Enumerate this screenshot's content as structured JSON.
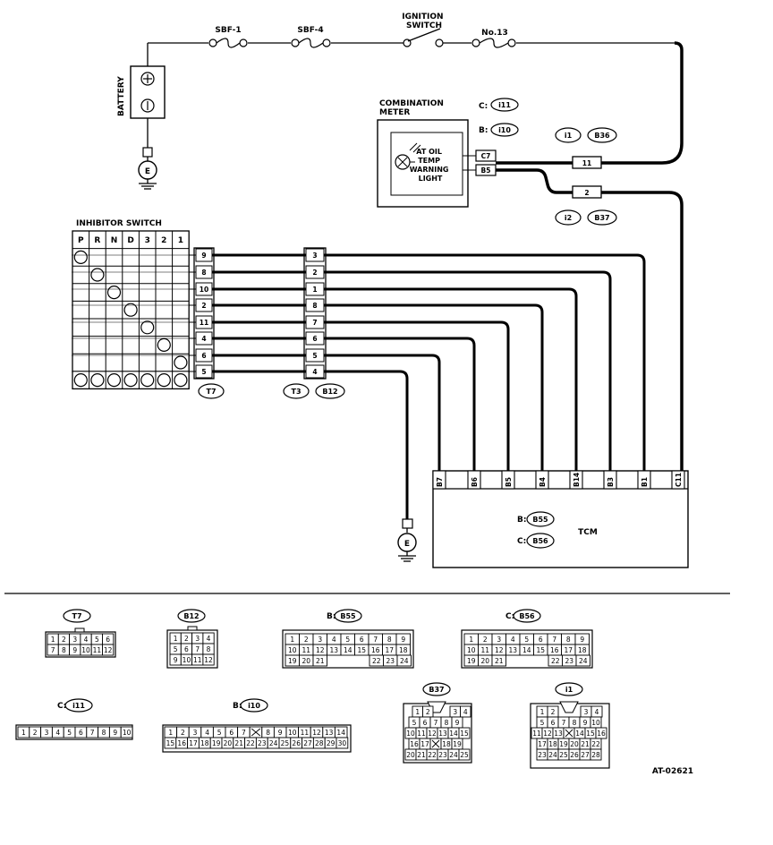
{
  "fuses": {
    "sbf1": "SBF-1",
    "sbf4": "SBF-4",
    "no13": "No.13"
  },
  "ignition_switch": "IGNITION\nSWITCH",
  "battery": "BATTERY",
  "ground": "E",
  "combination_meter": {
    "title": "COMBINATION\nMETER",
    "warning_light": "AT OIL\nTEMP\nWARNING\nLIGHT",
    "c_label": "C:",
    "c_conn": "i11",
    "b_label": "B:",
    "b_conn": "i10",
    "pin_c7": "C7",
    "pin_b5": "B5"
  },
  "joint_i1": {
    "conn": "i1",
    "ref": "B36",
    "pin": "11"
  },
  "joint_i2": {
    "conn": "i2",
    "ref": "B37",
    "pin": "2"
  },
  "inhibitor_switch": {
    "title": "INHIBITOR SWITCH",
    "positions": [
      "P",
      "R",
      "N",
      "D",
      "3",
      "2",
      "1"
    ],
    "t7_pins": [
      "9",
      "8",
      "10",
      "2",
      "11",
      "4",
      "6",
      "5"
    ],
    "conn": "T7"
  },
  "relay_connector": {
    "pins": [
      "3",
      "2",
      "1",
      "8",
      "7",
      "6",
      "5",
      "4"
    ],
    "conn_a": "T3",
    "conn_b": "B12"
  },
  "tcm": {
    "title": "TCM",
    "pins": [
      "B7",
      "B6",
      "B5",
      "B4",
      "B14",
      "B3",
      "B1",
      "C11"
    ],
    "b_label": "B:",
    "b_conn": "B55",
    "c_label": "C:",
    "c_conn": "B56"
  },
  "connector_views": {
    "t7": {
      "name": "T7",
      "rows": [
        [
          "1",
          "2",
          "3",
          "4",
          "5",
          "6"
        ],
        [
          "7",
          "8",
          "9",
          "10",
          "11",
          "12"
        ]
      ]
    },
    "b12": {
      "name": "B12",
      "rows": [
        [
          "1",
          "2",
          "3",
          "4"
        ],
        [
          "5",
          "6",
          "7",
          "8"
        ],
        [
          "9",
          "10",
          "11",
          "12"
        ]
      ]
    },
    "b55": {
      "prefix": "B:",
      "name": "B55",
      "rows": [
        [
          "1",
          "2",
          "3",
          "4",
          "5",
          "6",
          "7",
          "8",
          "9"
        ],
        [
          "10",
          "11",
          "12",
          "13",
          "14",
          "15",
          "16",
          "17",
          "18"
        ],
        [
          "19",
          "20",
          "21",
          "22",
          "23",
          "24"
        ]
      ]
    },
    "b56": {
      "prefix": "C:",
      "name": "B56",
      "rows": [
        [
          "1",
          "2",
          "3",
          "4",
          "5",
          "6",
          "7",
          "8",
          "9"
        ],
        [
          "10",
          "11",
          "12",
          "13",
          "14",
          "15",
          "16",
          "17",
          "18"
        ],
        [
          "19",
          "20",
          "21",
          "22",
          "23",
          "24"
        ]
      ]
    },
    "i11": {
      "prefix": "C:",
      "name": "i11",
      "rows": [
        [
          "1",
          "2",
          "3",
          "4",
          "5",
          "6",
          "7",
          "8",
          "9",
          "10"
        ]
      ]
    },
    "i10": {
      "prefix": "B:",
      "name": "i10",
      "rows": [
        [
          "1",
          "2",
          "3",
          "4",
          "5",
          "6",
          "7",
          "",
          "8",
          "9",
          "10",
          "11",
          "12",
          "13",
          "14"
        ],
        [
          "15",
          "16",
          "17",
          "18",
          "19",
          "20",
          "21",
          "22",
          "23",
          "24",
          "25",
          "26",
          "27",
          "28",
          "29",
          "30"
        ]
      ]
    },
    "b37": {
      "name": "B37",
      "rows": [
        [
          "1",
          "2",
          "3",
          "4"
        ],
        [
          "5",
          "6",
          "7",
          "8",
          "9"
        ],
        [
          "10",
          "11",
          "12",
          "13",
          "14",
          "15"
        ],
        [
          "16",
          "17",
          "",
          "18",
          "19"
        ],
        [
          "20",
          "21",
          "22",
          "23",
          "24",
          "25"
        ]
      ]
    },
    "i1": {
      "name": "i1",
      "rows": [
        [
          "1",
          "2",
          "3",
          "4"
        ],
        [
          "5",
          "6",
          "7",
          "8",
          "9",
          "10"
        ],
        [
          "11",
          "12",
          "13",
          "",
          "14",
          "15",
          "16"
        ],
        [
          "17",
          "18",
          "19",
          "20",
          "21",
          "22"
        ],
        [
          "23",
          "24",
          "25",
          "26",
          "27",
          "28"
        ]
      ]
    }
  },
  "figure_code": "AT-02621"
}
